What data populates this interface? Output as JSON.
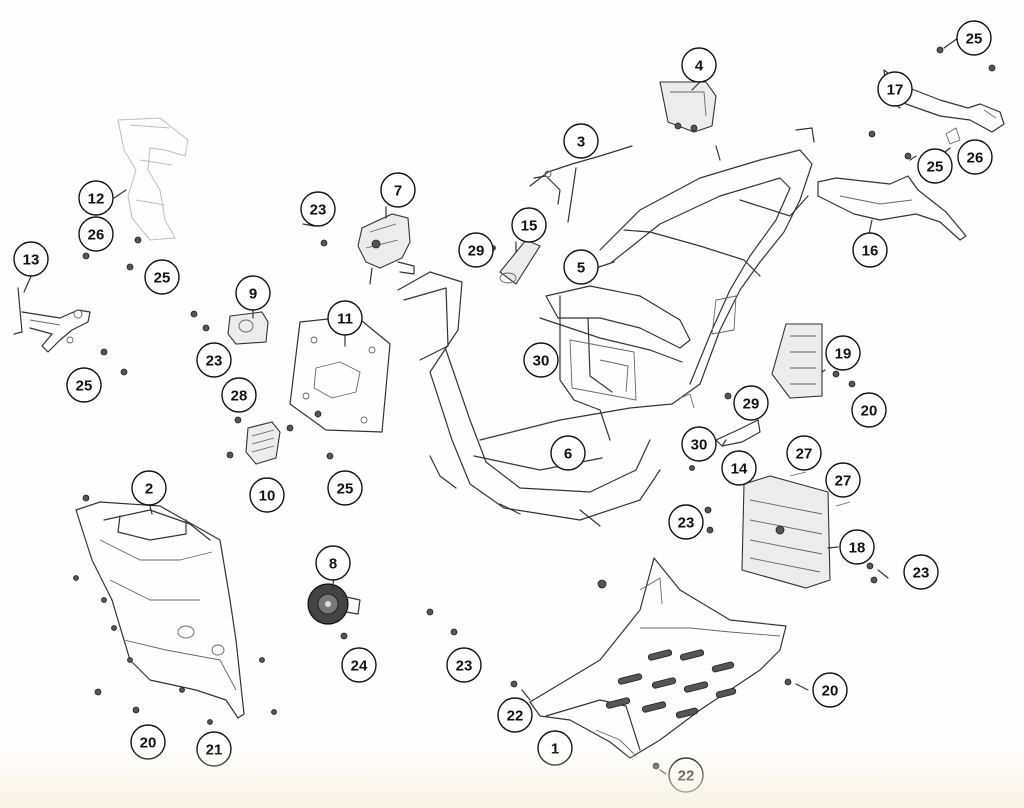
{
  "diagram": {
    "callouts": [
      {
        "id": "c1",
        "label": "1"
      },
      {
        "id": "c2",
        "label": "2"
      },
      {
        "id": "c3",
        "label": "3"
      },
      {
        "id": "c4",
        "label": "4"
      },
      {
        "id": "c5",
        "label": "5"
      },
      {
        "id": "c6",
        "label": "6"
      },
      {
        "id": "c7",
        "label": "7"
      },
      {
        "id": "c8",
        "label": "8"
      },
      {
        "id": "c9",
        "label": "9"
      },
      {
        "id": "c10",
        "label": "10"
      },
      {
        "id": "c11",
        "label": "11"
      },
      {
        "id": "c12",
        "label": "12"
      },
      {
        "id": "c13",
        "label": "13"
      },
      {
        "id": "c14",
        "label": "14"
      },
      {
        "id": "c15",
        "label": "15"
      },
      {
        "id": "c16",
        "label": "16"
      },
      {
        "id": "c17",
        "label": "17"
      },
      {
        "id": "c18",
        "label": "18"
      },
      {
        "id": "c19",
        "label": "19"
      },
      {
        "id": "c20a",
        "label": "20"
      },
      {
        "id": "c20b",
        "label": "20"
      },
      {
        "id": "c20c",
        "label": "20"
      },
      {
        "id": "c21",
        "label": "21"
      },
      {
        "id": "c22a",
        "label": "22"
      },
      {
        "id": "c22b",
        "label": "22"
      },
      {
        "id": "c23a",
        "label": "23"
      },
      {
        "id": "c23b",
        "label": "23"
      },
      {
        "id": "c23c",
        "label": "23"
      },
      {
        "id": "c23d",
        "label": "23"
      },
      {
        "id": "c23e",
        "label": "23"
      },
      {
        "id": "c24",
        "label": "24"
      },
      {
        "id": "c25a",
        "label": "25"
      },
      {
        "id": "c25b",
        "label": "25"
      },
      {
        "id": "c25c",
        "label": "25"
      },
      {
        "id": "c25d",
        "label": "25"
      },
      {
        "id": "c25e",
        "label": "25"
      },
      {
        "id": "c26a",
        "label": "26"
      },
      {
        "id": "c26b",
        "label": "26"
      },
      {
        "id": "c27a",
        "label": "27"
      },
      {
        "id": "c27b",
        "label": "27"
      },
      {
        "id": "c28",
        "label": "28"
      },
      {
        "id": "c29a",
        "label": "29"
      },
      {
        "id": "c29b",
        "label": "29"
      },
      {
        "id": "c30a",
        "label": "30"
      },
      {
        "id": "c30b",
        "label": "30"
      }
    ]
  }
}
